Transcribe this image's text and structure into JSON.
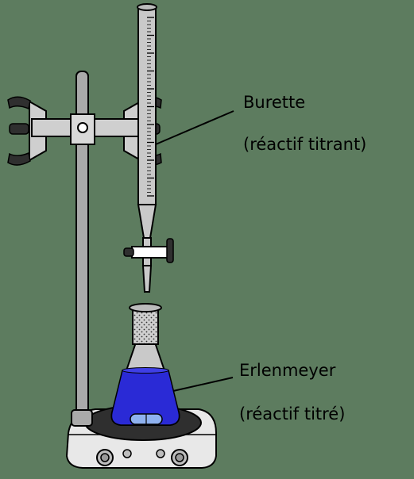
{
  "colors": {
    "background": "#5d7c5f",
    "glass": "#c9c9c9",
    "liquid": "#2a2ad6",
    "stand_rod": "#aaaaaa",
    "hotplate": "#e8e8e8",
    "magnetic_bar": "#8fb2ef"
  },
  "labels": {
    "burette_title": "Burette",
    "burette_sub": "(réactif titrant)",
    "erlen_title": "Erlenmeyer",
    "erlen_sub": "(réactif titré)"
  },
  "icons": [
    "clamp-icon",
    "stopcock-icon",
    "stir-bar-icon",
    "knob-icon"
  ]
}
